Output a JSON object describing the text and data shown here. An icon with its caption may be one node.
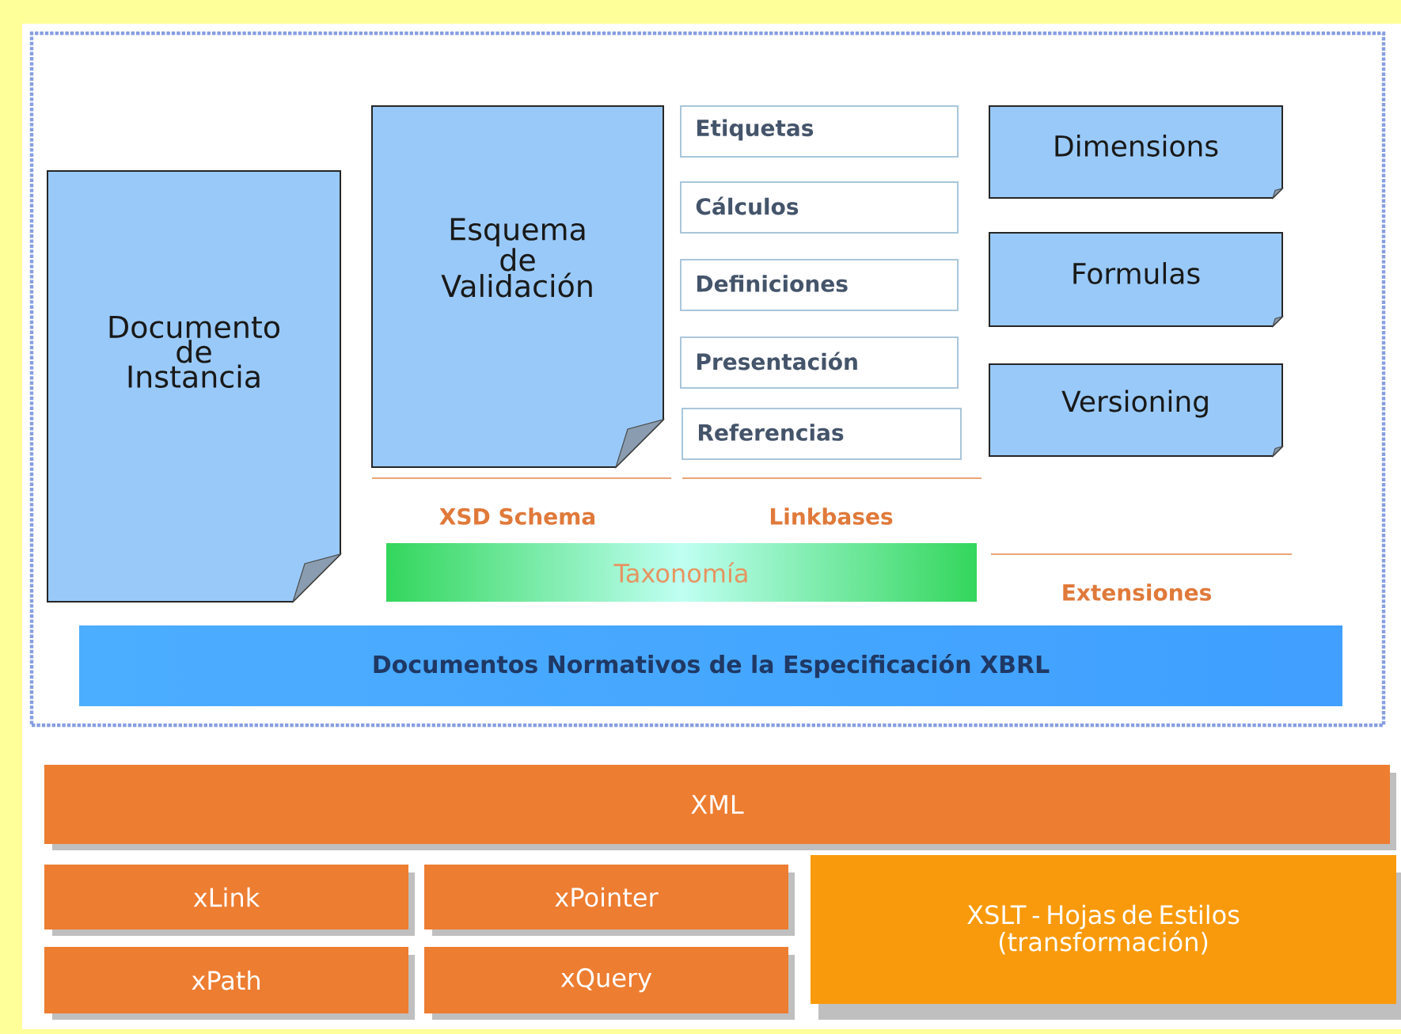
{
  "diagram": {
    "nodes": [
      {
        "text": [],
        "shape": "box"
      },
      {
        "text": [
          "Documento de Instancia"
        ],
        "in": 0
      },
      {
        "text": [
          "Esquema de Validación"
        ],
        "in": 0
      },
      {
        "text": [
          "Etiquetas"
        ],
        "in": 0
      },
      {
        "text": [
          "Cálculos"
        ],
        "in": 0
      },
      {
        "text": [
          "Definiciones"
        ],
        "in": 0
      },
      {
        "text": [
          "Presentación"
        ],
        "in": 0
      },
      {
        "text": [
          "Referencias"
        ],
        "in": 0
      },
      {
        "text": [
          "Dimensions"
        ],
        "in": 0
      },
      {
        "text": [
          "Formulas"
        ],
        "in": 0
      },
      {
        "text": [
          "Versioning"
        ],
        "in": 0
      },
      {
        "text": [
          "Taxonomía"
        ],
        "in": 0
      },
      {
        "text": [
          "Documentos Normativos de la Especificación XBRL"
        ],
        "in": 0
      },
      {
        "text": [
          "XML"
        ]
      },
      {
        "text": [
          "xLink"
        ]
      },
      {
        "text": [
          "xPointer"
        ]
      },
      {
        "text": [
          "XSLT - Hojas de Estilos (transformación)"
        ]
      },
      {
        "text": [
          "xPath"
        ]
      },
      {
        "text": [
          "xQuery"
        ]
      }
    ],
    "edges": [],
    "labels": [
      "XSD Schema",
      "Linkbases",
      "Extensiones"
    ]
  }
}
